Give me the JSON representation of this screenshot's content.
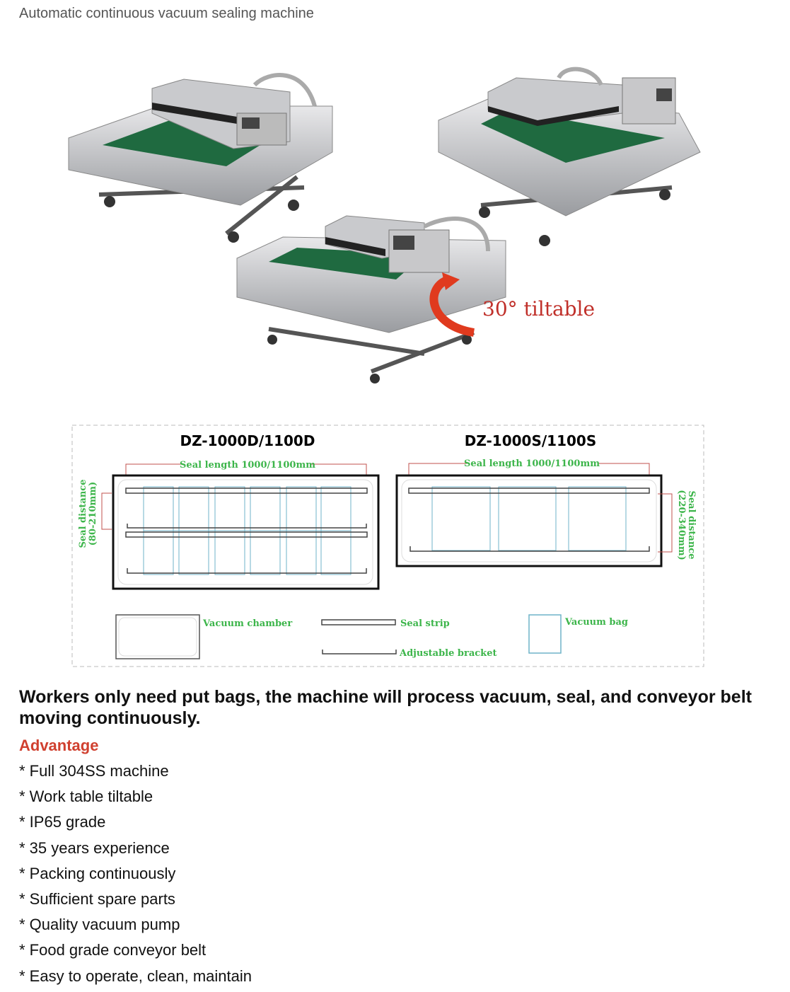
{
  "page_title": "Automatic continuous vacuum sealing machine",
  "photo": {
    "tilt_label": "30° tiltable"
  },
  "diagram": {
    "model_double": "DZ-1000D/1100D",
    "model_single": "DZ-1000S/1100S",
    "seal_length_double": "Seal length 1000/1100mm",
    "seal_length_single": "Seal length 1000/1100mm",
    "seal_distance_label": "Seal distance",
    "seal_distance_double": "(80-210mm)",
    "seal_distance_single": "(220-340mm)",
    "legend": {
      "vacuum_chamber": "Vacuum chamber",
      "seal_strip": "Seal strip",
      "adjustable_bracket": "Adjustable bracket",
      "vacuum_bag": "Vacuum bag"
    },
    "colors": {
      "label": "#3cb54a",
      "dimension": "#c0504d",
      "bag": "#6fb3c8"
    }
  },
  "headline": "Workers only need put bags, the machine will process vacuum, seal, and conveyor belt moving continuously.",
  "advantage_title": "Advantage",
  "advantages": [
    "* Full 304SS machine",
    "* Work table tiltable",
    "* IP65 grade",
    "* 35 years experience",
    "* Packing continuously",
    "* Sufficient spare parts",
    "* Quality vacuum pump",
    "* Food grade conveyor belt",
    "* Easy to operate, clean, maintain"
  ]
}
